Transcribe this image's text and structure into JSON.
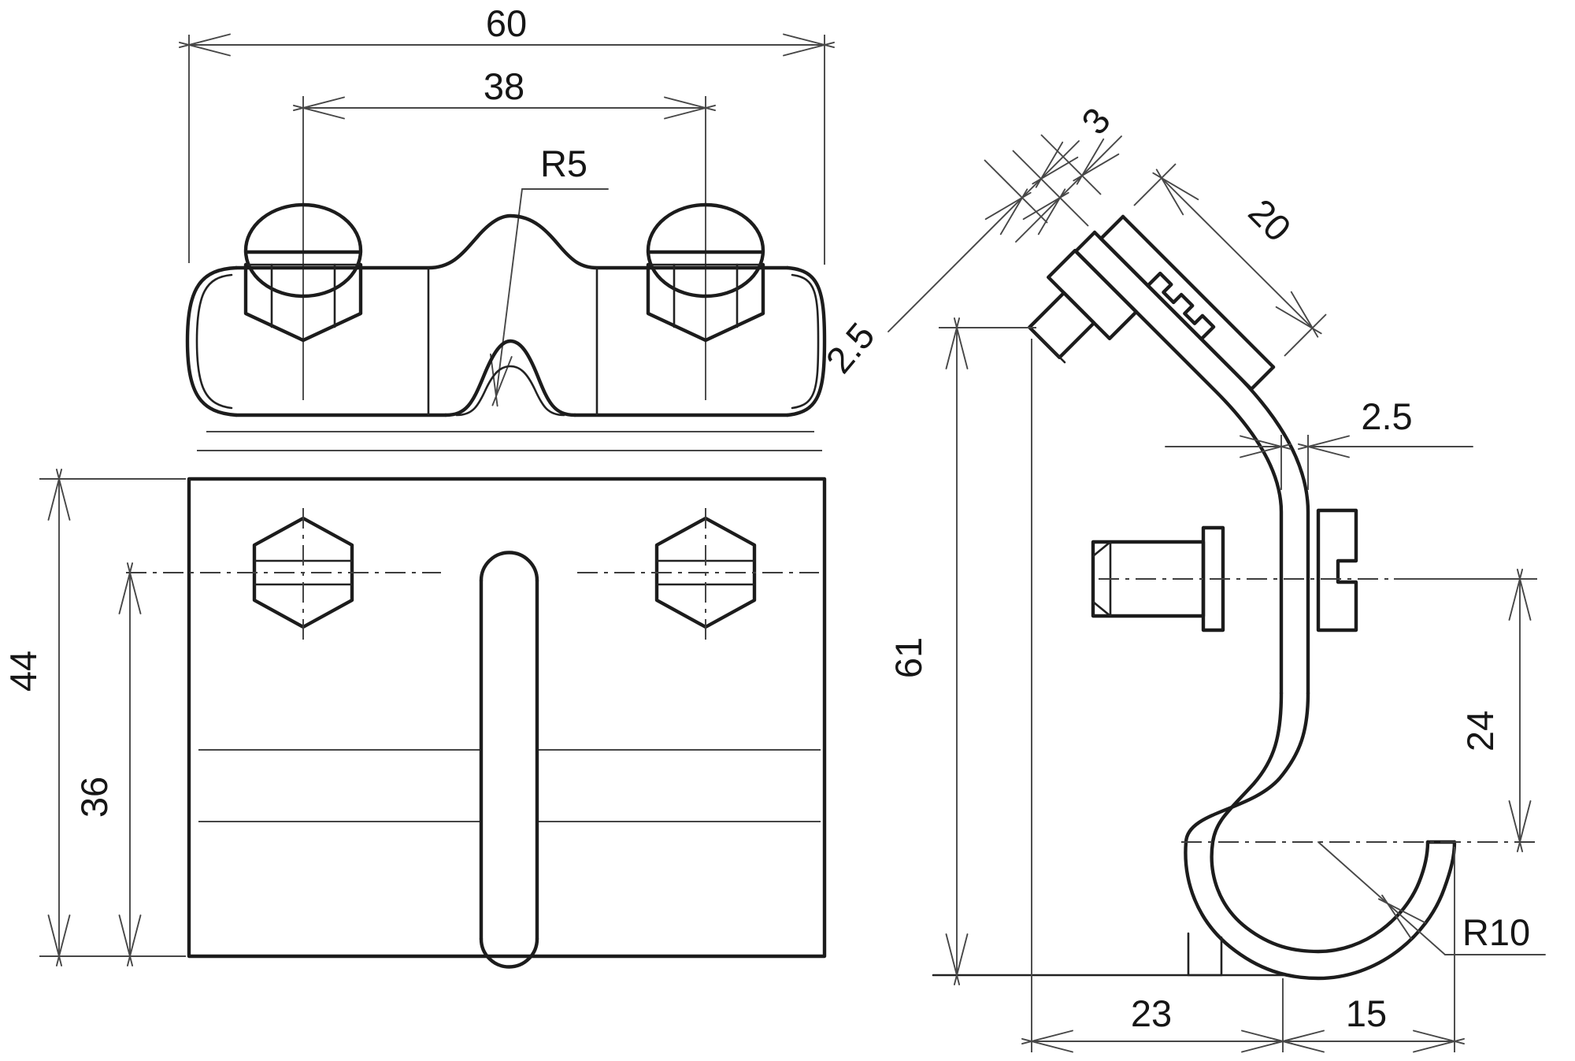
{
  "drawing": {
    "front_view": {
      "overall_width": "60",
      "bolt_spacing": "38",
      "saddle_radius": "R5",
      "plate_height": "44",
      "hole_height": "36"
    },
    "side_view": {
      "clamp_plate_thickness": "3",
      "clamp_plate_length": "20",
      "arm_thickness": "2.5",
      "bar_thickness": "2.5",
      "overall_height": "61",
      "hook_center_offset": "24",
      "base_depth": "23",
      "hook_depth": "15",
      "hook_radius": "R10"
    }
  }
}
